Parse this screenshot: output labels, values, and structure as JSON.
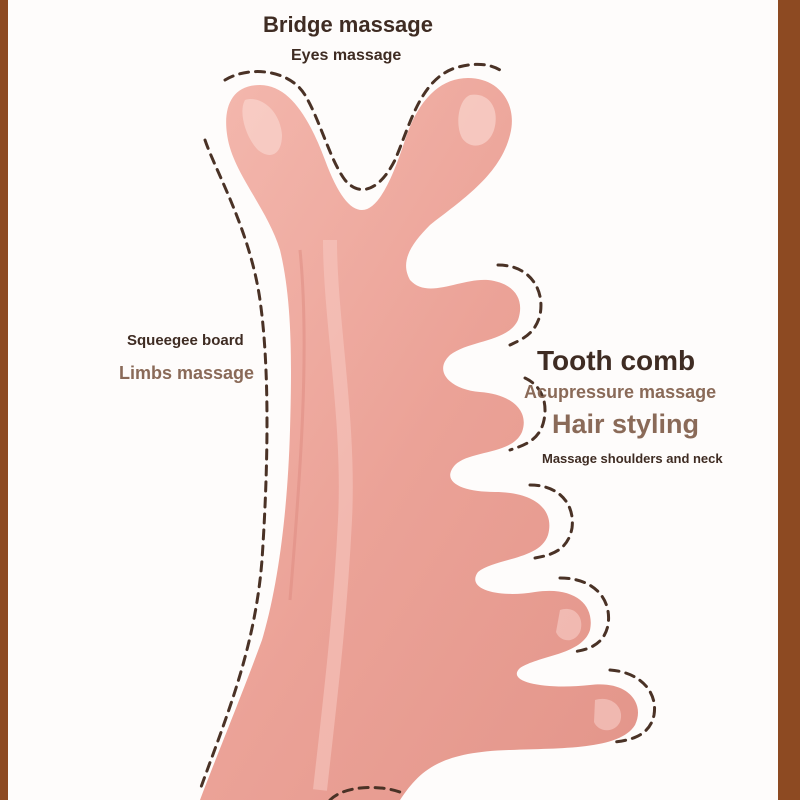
{
  "colors": {
    "background": "#8d4a22",
    "panel": "#fefcfb",
    "stone": "#eeaaa2",
    "stone_light": "#f7cfc8",
    "dash": "#4a3226",
    "text_dark": "#3f2c23",
    "text_tan": "#8a6a58"
  },
  "labels": {
    "bridge_title": "Bridge massage",
    "bridge_sub": "Eyes massage",
    "squeegee_title": "Squeegee board",
    "squeegee_sub": "Limbs massage",
    "tooth_title": "Tooth comb",
    "tooth_sub1": "Acupressure massage",
    "tooth_sub2": "Hair styling",
    "tooth_sub3": "Massage shoulders and neck"
  },
  "icons": [
    "gua-sha-comb-stone"
  ]
}
